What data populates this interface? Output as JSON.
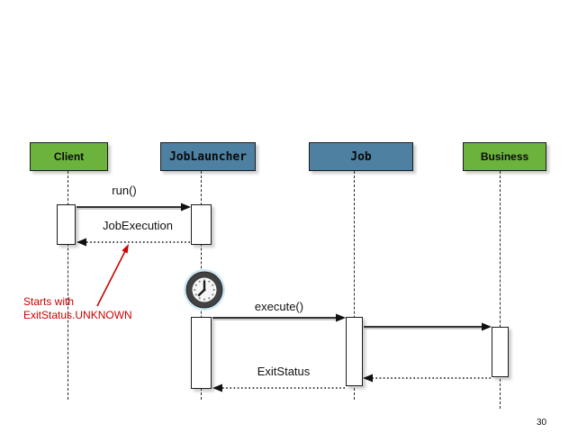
{
  "page": {
    "number": "30",
    "background": "#ffffff"
  },
  "colors": {
    "actor_green": "#6CB33E",
    "interface_blue": "#4E80A1",
    "box_border": "#1c1c1c",
    "arrow": "#333333",
    "lifeline": "#2a2a2a",
    "annotation_red": "#CC0000",
    "clock_ring": "#424242",
    "clock_glow": "#CDE9F6"
  },
  "diagram": {
    "type": "uml-sequence",
    "participants": [
      {
        "id": "client",
        "label": "Client",
        "color": "#6CB33E"
      },
      {
        "id": "joblauncher",
        "label": "JobLauncher",
        "color": "#4E80A1"
      },
      {
        "id": "job",
        "label": "Job",
        "color": "#4E80A1"
      },
      {
        "id": "business",
        "label": "Business",
        "color": "#6CB33E"
      }
    ],
    "messages": [
      {
        "label": "run()",
        "from": "Client",
        "to": "JobLauncher",
        "style": "solid"
      },
      {
        "label": "JobExecution",
        "from": "JobLauncher",
        "to": "Client",
        "style": "dotted"
      },
      {
        "label": "execute()",
        "from": "JobLauncher",
        "to": "Job",
        "style": "solid"
      },
      {
        "label": "",
        "from": "Job",
        "to": "Business",
        "style": "solid"
      },
      {
        "label": "",
        "from": "Business",
        "to": "Job",
        "style": "dotted"
      },
      {
        "label": "ExitStatus",
        "from": "Job",
        "to": "JobLauncher",
        "style": "dotted"
      }
    ],
    "annotation": {
      "line1": "Starts with",
      "line2": "ExitStatus.UNKNOWN",
      "color": "#CC0000",
      "points_to": "JobExecution return message"
    },
    "icons": [
      {
        "name": "clock-icon",
        "meaning": "time passing on JobLauncher lifeline"
      }
    ]
  }
}
